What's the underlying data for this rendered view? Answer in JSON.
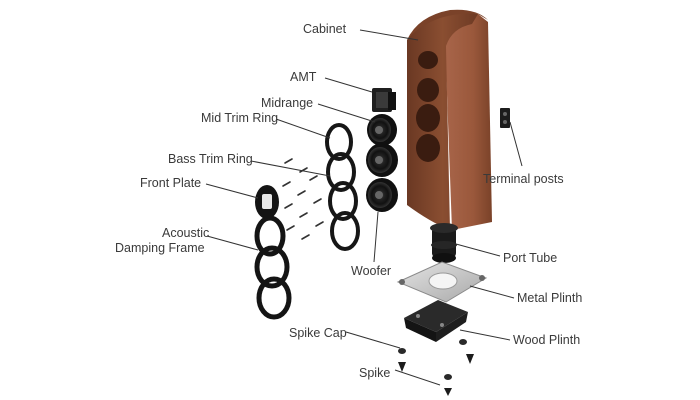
{
  "labels": {
    "cabinet": "Cabinet",
    "amt": "AMT",
    "midrange": "Midrange",
    "mid_trim_ring": "Mid Trim Ring",
    "bass_trim_ring": "Bass Trim Ring",
    "front_plate": "Front Plate",
    "acoustic_damping_frame_1": "Acoustic",
    "acoustic_damping_frame_2": "Damping Frame",
    "terminal_posts": "Terminal posts",
    "port_tube": "Port Tube",
    "woofer": "Woofer",
    "metal_plinth": "Metal Plinth",
    "wood_plinth": "Wood Plinth",
    "spike_cap": "Spike Cap",
    "spike": "Spike"
  },
  "colors": {
    "wood_light": "#9a5a3a",
    "wood_dark": "#5e3120",
    "driver_black": "#1b1b1b",
    "leader_line": "#333333",
    "metal": "#c9c9c9"
  }
}
